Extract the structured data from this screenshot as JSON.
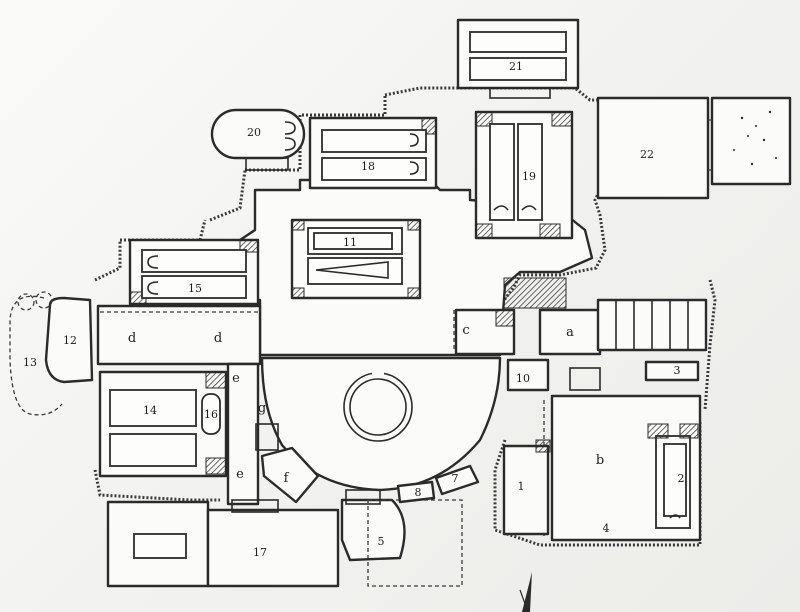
{
  "rooms": [
    {
      "id": "room-1",
      "label": "1"
    },
    {
      "id": "room-2",
      "label": "2"
    },
    {
      "id": "room-3",
      "label": "3"
    },
    {
      "id": "room-4",
      "label": "4"
    },
    {
      "id": "room-5",
      "label": "5"
    },
    {
      "id": "room-7",
      "label": "7"
    },
    {
      "id": "room-8",
      "label": "8"
    },
    {
      "id": "room-10",
      "label": "10"
    },
    {
      "id": "room-11",
      "label": "11"
    },
    {
      "id": "room-12",
      "label": "12"
    },
    {
      "id": "room-13",
      "label": "13"
    },
    {
      "id": "room-14",
      "label": "14"
    },
    {
      "id": "room-15",
      "label": "15"
    },
    {
      "id": "room-16",
      "label": "16"
    },
    {
      "id": "room-17",
      "label": "17"
    },
    {
      "id": "room-18",
      "label": "18"
    },
    {
      "id": "room-19",
      "label": "19"
    },
    {
      "id": "room-20",
      "label": "20"
    },
    {
      "id": "room-21",
      "label": "21"
    },
    {
      "id": "room-22",
      "label": "22"
    }
  ],
  "areas": {
    "a": "a",
    "b": "b",
    "c": "c",
    "d": "d",
    "e": "e",
    "f": "f",
    "g": "g"
  }
}
